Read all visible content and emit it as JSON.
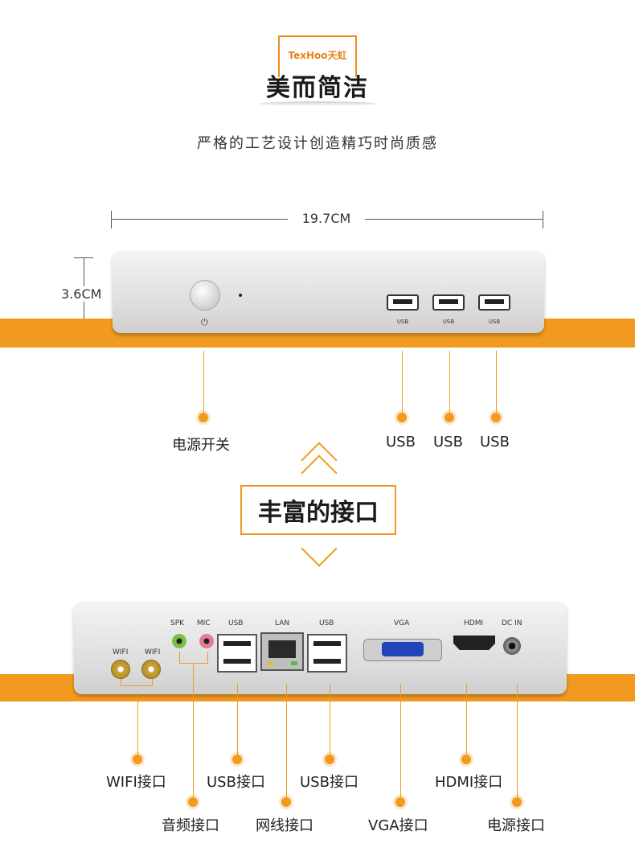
{
  "header": {
    "logo_text": "TexHoo天虹",
    "title": "美而简洁",
    "subtitle": "严格的工艺设计创造精巧时尚质感"
  },
  "front_view": {
    "width_label": "19.7CM",
    "height_label": "3.6CM",
    "port_labels": [
      "USB",
      "USB",
      "USB"
    ],
    "callouts": [
      "电源开关",
      "USB",
      "USB",
      "USB"
    ]
  },
  "section2": {
    "title": "丰富的接口"
  },
  "rear_view": {
    "port_labels": [
      "WIFI",
      "WIFI",
      "SPK",
      "MIC",
      "USB",
      "LAN",
      "USB",
      "VGA",
      "HDMI",
      "DC IN"
    ],
    "callouts_top": [
      "WIFI接口",
      "USB接口",
      "USB接口",
      "HDMI接口"
    ],
    "callouts_bottom": [
      "音频接口",
      "网线接口",
      "VGA接口",
      "电源接口"
    ]
  },
  "colors": {
    "accent": "#f29a1f",
    "device": "#e6e6e6"
  }
}
